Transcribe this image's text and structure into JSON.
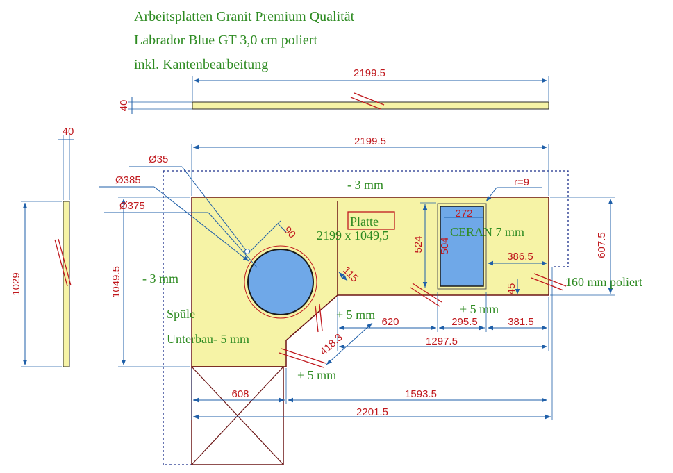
{
  "header": {
    "line1": "Arbeitsplatten Granit Premium Qualität",
    "line2": "Labrador Blue GT 3,0 cm poliert",
    "line3": "inkl. Kantenbearbeitung"
  },
  "dimensions": {
    "top_length": "2199.5",
    "top_thickness": "40",
    "plan_length": "2199.5",
    "side_thickness": "40",
    "side_length": "1029",
    "d35": "Ø35",
    "d385": "Ø385",
    "d375": "Ø375",
    "angle_90": "90",
    "d115": "115",
    "left_depth": "1049.5",
    "r9": "r=9",
    "w272": "272",
    "h524": "524",
    "h504": "504",
    "w386_5": "386.5",
    "h607_5": "607.5",
    "h45": "45",
    "w620": "620",
    "w295_5": "295.5",
    "w381_5": "381.5",
    "w418_3": "418.3",
    "w1297_5": "1297.5",
    "w608": "608",
    "w1593_5": "1593.5",
    "w2201_5": "2201.5"
  },
  "notes": {
    "minus3_top": "- 3 mm",
    "minus3_left": "- 3 mm",
    "platte_label": "Platte",
    "platte_size": "2199 x 1049,5",
    "ceran": "CERAN 7 mm",
    "polished": "160 mm poliert",
    "plus5_a": "+ 5 mm",
    "plus5_b": "+ 5 mm",
    "plus5_c": "+ 5 mm",
    "sink": "Spüle",
    "undermount": "Unterbau- 5 mm"
  },
  "colors": {
    "plate_fill": "#f6f3a6",
    "dimension_text": "#c0191e",
    "note_text": "#2e8b22",
    "dimension_line": "#1f5fa8",
    "cooktop": "#6fa8e8"
  }
}
